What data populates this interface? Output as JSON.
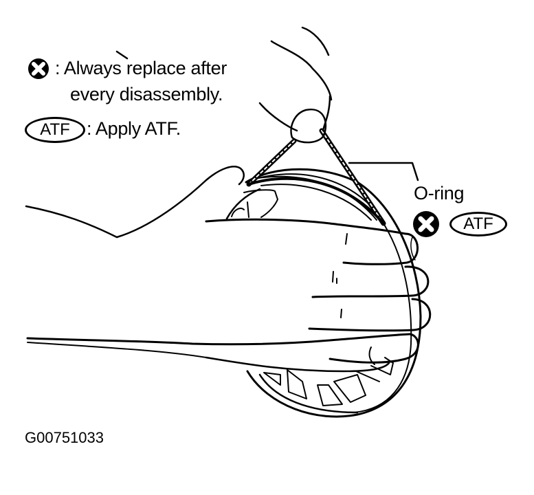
{
  "legend": {
    "replace_symbol": "x-circle",
    "replace_text_line1": ": Always replace after",
    "replace_text_line2": "every disassembly.",
    "atf_symbol_label": "ATF",
    "atf_text": ": Apply ATF."
  },
  "callout": {
    "part_label": "O-ring",
    "symbols": [
      "x-circle",
      "ATF"
    ],
    "atf_label": "ATF"
  },
  "figure_id": "G00751033",
  "colors": {
    "ink": "#000000",
    "background": "#ffffff"
  }
}
